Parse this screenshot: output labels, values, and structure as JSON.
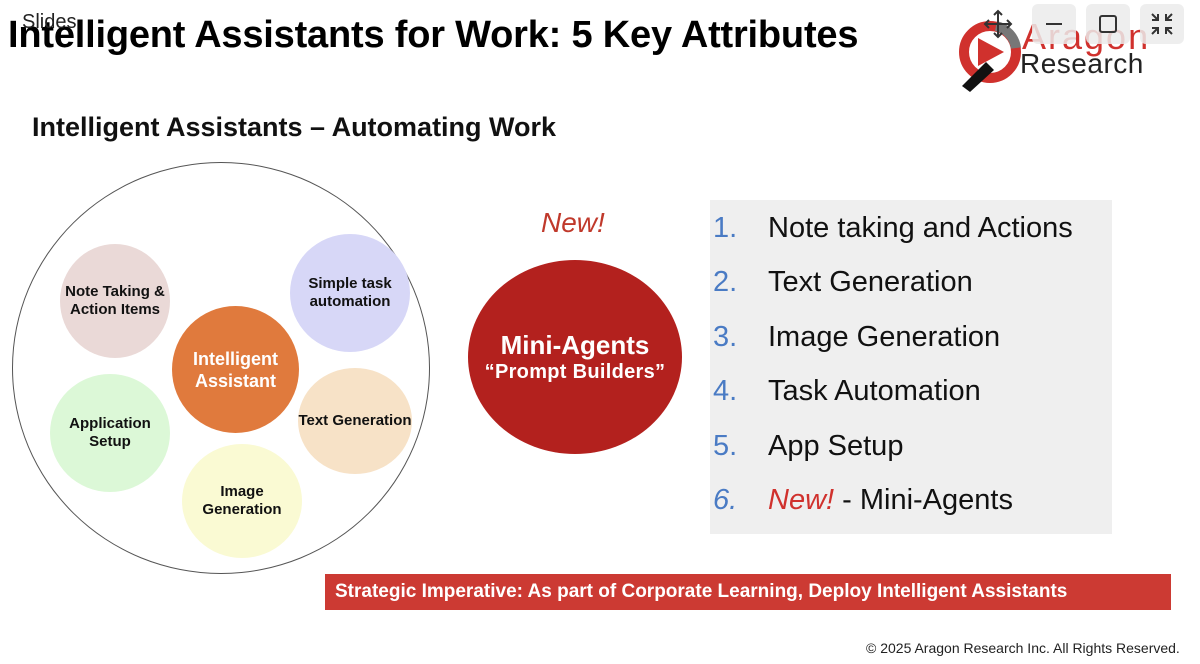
{
  "app": {
    "label": "Slides"
  },
  "slide": {
    "title": "Intelligent Assistants for Work: 5 Key Attributes",
    "subtitle": "Intelligent Assistants – Automating Work",
    "logo": {
      "line1": "Aragon",
      "line2": "Research"
    },
    "cluster": {
      "center": "Intelligent Assistant",
      "note": "Note Taking & Action Items",
      "simple": "Simple task automation",
      "app": "Application Setup",
      "text": "Text Generation",
      "image": "Image Generation"
    },
    "mini": {
      "new_label": "New!",
      "title": "Mini-Agents",
      "subtitle": "“Prompt Builders”"
    },
    "list": [
      {
        "num": "1.",
        "text": "Note taking and Actions"
      },
      {
        "num": "2.",
        "text": "Text Generation"
      },
      {
        "num": "3.",
        "text": "Image Generation"
      },
      {
        "num": "4.",
        "text": "Task Automation"
      },
      {
        "num": "5.",
        "text": "App Setup"
      },
      {
        "num": "6.",
        "new": "New!",
        "text": " - Mini-Agents"
      }
    ],
    "imperative": "Strategic Imperative: As part of Corporate Learning, Deploy Intelligent Assistants",
    "copyright": "© 2025 Aragon Research Inc. All Rights Reserved."
  },
  "window_controls": {
    "icons": [
      "move-icon",
      "minimize-icon",
      "maximize-icon",
      "fullscreen-icon"
    ]
  },
  "colors": {
    "accent_red": "#cc3a33",
    "mini_red": "#b3211e",
    "center_orange": "#e07a3d",
    "list_number_blue": "#4a7bc4",
    "list_panel": "#efefef"
  }
}
